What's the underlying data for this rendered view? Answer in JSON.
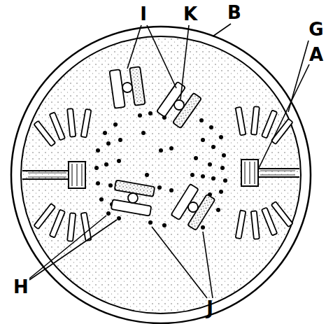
{
  "diagram": {
    "labels": [
      "I",
      "K",
      "B",
      "G",
      "A",
      "H",
      "J"
    ]
  }
}
